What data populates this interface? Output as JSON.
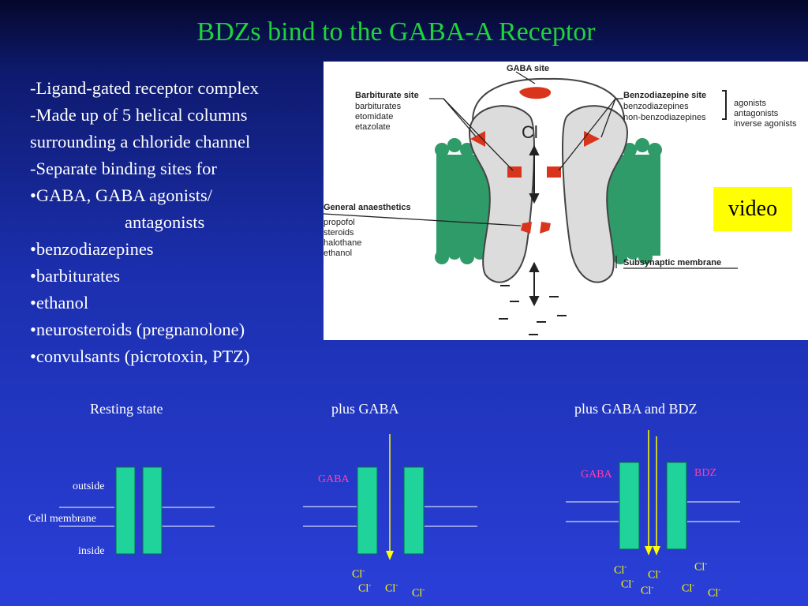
{
  "title": "BDZs bind to the GABA-A Receptor",
  "bullets": [
    "-Ligand-gated receptor complex",
    "-Made up of 5 helical columns",
    "surrounding a chloride channel",
    "-Separate binding sites for",
    "•GABA, GABA agonists/",
    "antagonists",
    "•benzodiazepines",
    "•barbiturates",
    "•ethanol",
    "•neurosteroids (pregnanolone)",
    "•convulsants (picrotoxin,  PTZ)"
  ],
  "video_label": "video",
  "figure": {
    "gaba_site": "GABA site",
    "barbiturate_site": "Barbiturate site",
    "barbiturate_items": [
      "barbiturates",
      "etomidate",
      "etazolate"
    ],
    "bdz_site": "Benzodiazepine site",
    "bdz_items": [
      "benzodiazepines",
      "non-benzodiazepines"
    ],
    "bdz_actions": [
      "agonists",
      "antagonists",
      "inverse agonists"
    ],
    "anaesthetics": "General anaesthetics",
    "anaesthetic_items": [
      "propofol",
      "steroids",
      "halothane",
      "ethanol"
    ],
    "subsynaptic": "Subsynaptic membrane",
    "channel_ion": "Cl",
    "colors": {
      "membrane": "#2e9b68",
      "site": "#d9351c",
      "channel": "#dcdcdc"
    }
  },
  "panels": {
    "resting": {
      "label": "Resting state",
      "outside": "outside",
      "membrane": "Cell membrane",
      "inside": "inside"
    },
    "gaba": {
      "label": "plus GABA",
      "ligand": "GABA",
      "ion": "Cl",
      "ion_charge": "-"
    },
    "gaba_bdz": {
      "label": "plus GABA and BDZ",
      "ligand": "GABA",
      "modulator": "BDZ",
      "ion": "Cl",
      "ion_charge": "-"
    },
    "colors": {
      "column": "#1fd39a",
      "arrow": "#ffff00",
      "line": "#ffffff",
      "ligand_text": "#ff3fb0",
      "ion_text": "#ffff00"
    }
  }
}
